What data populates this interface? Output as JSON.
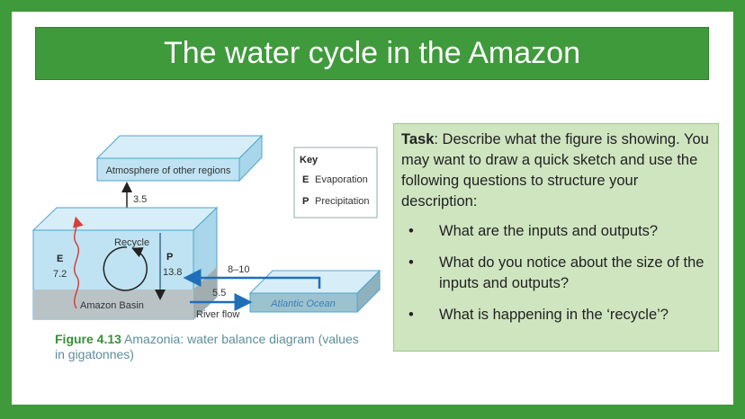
{
  "title": "The water cycle in the Amazon",
  "diagram": {
    "atmosphere_label": "Atmosphere of other regions",
    "to_atmosphere_value": "3.5",
    "key_title": "Key",
    "key_e_symbol": "E",
    "key_e_label": "Evaporation",
    "key_p_symbol": "P",
    "key_p_label": "Precipitation",
    "recycle_label": "Recycle",
    "e_symbol": "E",
    "e_value": "7.2",
    "p_symbol": "P",
    "p_value": "13.8",
    "basin_label": "Amazon Basin",
    "ocean_label": "Atlantic Ocean",
    "ocean_inflow_value": "8–10",
    "river_value": "5.5",
    "river_label": "River flow"
  },
  "caption": {
    "figure_number": "Figure 4.13",
    "text": " Amazonia: water balance diagram (values in gigatonnes)"
  },
  "task": {
    "heading": "Task",
    "text": ": Describe what the figure is showing. You may want to draw a quick sketch and use the following questions to structure your description:",
    "bullet": "•",
    "questions": [
      "What are the inputs and outputs?",
      "What do you notice about the size of the inputs and outputs?",
      "What is happening in the ‘recycle’?"
    ]
  },
  "colors": {
    "frame_green": "#3f9a3b",
    "task_bg": "#cfe5c0",
    "box_blue": "#bfe3f2",
    "box_edge": "#4ea6cf",
    "ground_grey": "#b9c3c6",
    "arrow_blue": "#1f6fb8",
    "evap_red": "#d6403a",
    "caption_blue": "#5c8e99"
  }
}
